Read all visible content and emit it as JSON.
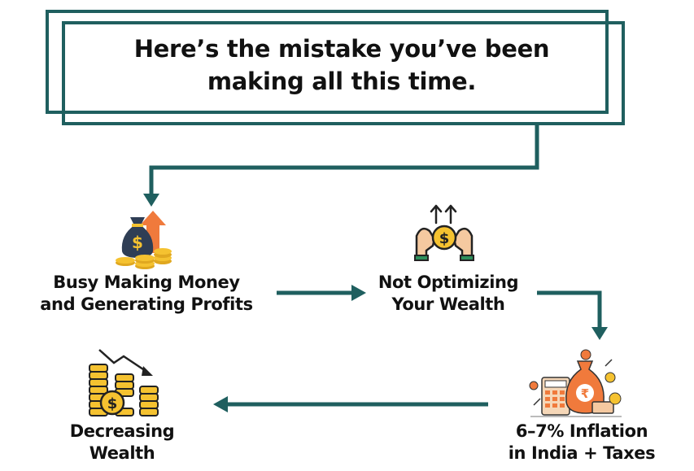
{
  "title": {
    "line1": "Here’s the mistake you’ve been",
    "line2": "making all this time."
  },
  "steps": [
    {
      "line1": "Busy Making Money",
      "line2": "and Generating Profits",
      "icon": "money-bag-profit-icon"
    },
    {
      "line1": "Not Optimizing",
      "line2": "Your Wealth",
      "icon": "hands-holding-coin-icon"
    },
    {
      "line1": "6–7% Inflation",
      "line2": "in India + Taxes",
      "icon": "rupee-bag-calculator-icon"
    },
    {
      "line1": "Decreasing",
      "line2": "Wealth",
      "icon": "declining-coin-stacks-icon"
    }
  ],
  "colors": {
    "accent": "#1f5f5f",
    "gold": "#f5c230",
    "orange": "#f07a3c",
    "navy": "#2f3e55"
  }
}
